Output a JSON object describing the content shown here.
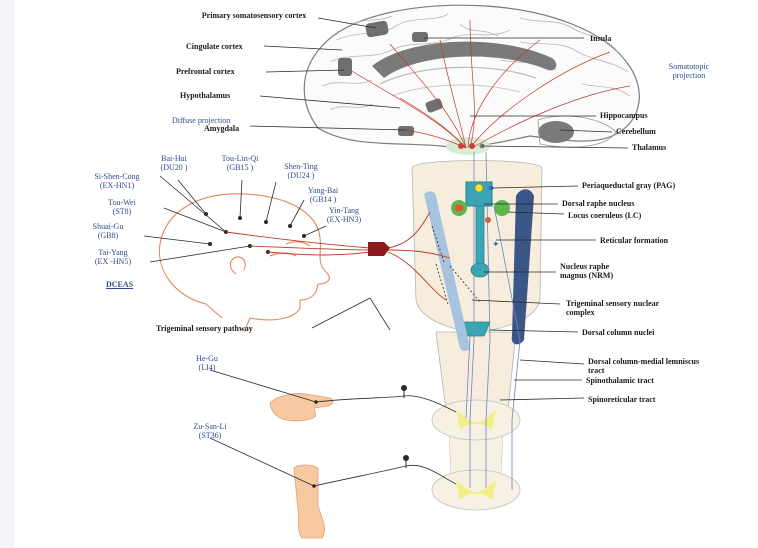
{
  "labels": {
    "primary_somatosensory": "Primary somatosensory cortex",
    "cingulate": "Cingulate cortex",
    "prefrontal": "Prefrontal cortex",
    "hypothalamus": "Hypothalamus",
    "diffuse": "Diffuse projection",
    "amygdala": "Amygdala",
    "insula": "Insula",
    "somatotopic": "Somatotopic projection",
    "hippocampus": "Hippocampus",
    "cerebellum": "Cerebellum",
    "thalamus": "Thalamus",
    "pag": "Periaqueductal gray (PAG)",
    "dorsal_raphe": "Dorsal raphe nucleus",
    "locus": "Locus coeruleus (LC)",
    "reticular": "Reticular formation",
    "nrm": "Nucleus raphe magnus (NRM)",
    "trigeminal_complex": "Trigeminal sensory nuclear complex",
    "dorsal_column_nuclei": "Dorsal column nuclei",
    "dcml": "Dorsal column-medial lemniscus tract",
    "spinothalamic": "Spinothalamic tract",
    "spinoreticular": "Spinoreticular tract",
    "trigeminal_pathway": "Trigeminal sensory pathway",
    "dceas": "DCEAS"
  },
  "acupoints": [
    {
      "name": "Bai-Hui",
      "code": "(DU20 )"
    },
    {
      "name": "Tou-Lin-Qi",
      "code": "(GB15 )"
    },
    {
      "name": "Shen-Ting",
      "code": "(DU24 )"
    },
    {
      "name": "Si-Shen-Cong",
      "code": "(EX-HN1)"
    },
    {
      "name": "Yang-Bai",
      "code": "(GB14 )"
    },
    {
      "name": "Tou-Wei",
      "code": "(ST8)"
    },
    {
      "name": "Yin-Tang",
      "code": "(EX-HN3)"
    },
    {
      "name": "Shuai-Gu",
      "code": "(GB8)"
    },
    {
      "name": "Tai-Yang",
      "code": "(EX -HN5)"
    },
    {
      "name": "He-Gu",
      "code": "(LI4)"
    },
    {
      "name": "Zu-San-Li",
      "code": "(ST36)"
    }
  ],
  "colors": {
    "label_blue": "#2e4a8f",
    "red_path": "#c0392b",
    "brain_gray": "#6f6f6f",
    "brainstem_fill": "#f6eddc",
    "pag_teal": "#39a7b3"
  }
}
